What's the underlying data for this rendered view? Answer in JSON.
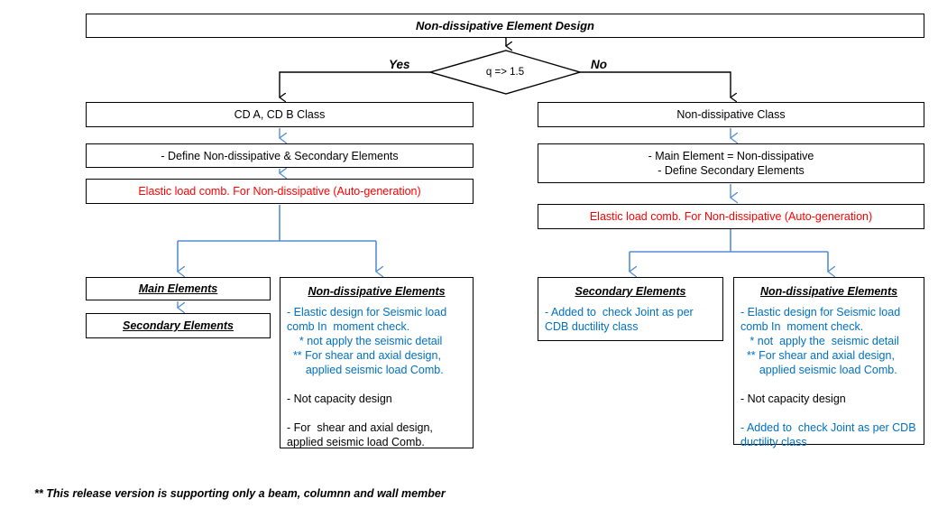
{
  "colors": {
    "text_blue": "#0070C0",
    "text_red": "#FF0000",
    "connector_blue": "#558ED5",
    "line_black": "#000000"
  },
  "title": {
    "label": "Non-dissipative Element Design"
  },
  "decision": {
    "label": "q => 1.5",
    "yes_label": "Yes",
    "no_label": "No"
  },
  "left_branch": {
    "class_box": "CD A,  CD B Class",
    "define_box": "- Define Non-dissipative & Secondary Elements",
    "elastic_box": "Elastic load comb. For Non-dissipative (Auto-generation)",
    "main_box": "Main Elements",
    "secondary_box": "Secondary Elements",
    "nd_box": {
      "header": "Non-dissipative  Elements",
      "lines": [
        "- Elastic design for Seismic load",
        "comb In  moment check.",
        "    * not apply the seismic detail",
        "  ** For shear and axial design,",
        "      applied seismic load Comb.",
        "",
        "- Not capacity design",
        "",
        "- For  shear and axial design,",
        "applied seismic load Comb."
      ]
    }
  },
  "right_branch": {
    "class_box": "Non-dissipative Class",
    "define_box_line1": "- Main Element = Non-dissipative",
    "define_box_line2": "- Define  Secondary Elements",
    "elastic_box": "Elastic  load comb. For Non-dissipative (Auto-generation)",
    "secondary_box": {
      "header": "Secondary Elements",
      "lines": [
        "- Added to  check Joint as per",
        "CDB ductility class"
      ]
    },
    "nd_box": {
      "header": "Non-dissipative  Elements",
      "lines": [
        "- Elastic design for Seismic load",
        "comb In  moment check.",
        "   * not  apply the  seismic detail",
        "  ** For shear and axial design,",
        "      applied seismic load Comb.",
        "",
        "- Not capacity design",
        "",
        "- Added to  check Joint as per CDB",
        "ductility class"
      ]
    }
  },
  "footnote": "** This release version is supporting only a beam, columnn and wall member"
}
